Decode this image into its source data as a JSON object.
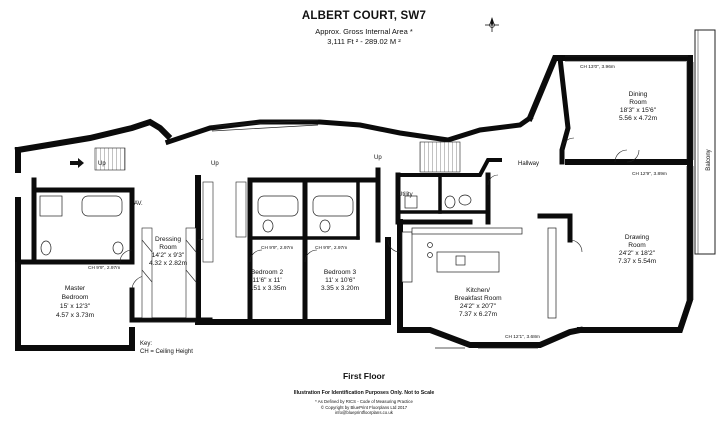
{
  "header": {
    "title": "ALBERT COURT, SW7",
    "area_label": "Approx. Gross Internal Area *",
    "area_value": "3,111 Ft ² - 289.02 M ²"
  },
  "footer": {
    "floor": "First Floor",
    "disclaimer": "Illustration For Identification Purposes Only. Not to Scale",
    "line1": "* As Defined by RICS - Code of Measuring Practice",
    "line2": "© Copyright by BluePrint Floorplans Ltd 2017",
    "line3": "info@blueprintfloorplans.co.uk"
  },
  "key": {
    "title": "Key:",
    "text": "CH = Ceiling Height"
  },
  "rooms": {
    "master": {
      "name1": "Master",
      "name2": "Bedroom",
      "imp": "15' x 12'3\"",
      "met": "4.57 x 3.73m",
      "ch": "CH 9'9\", 2.97m"
    },
    "dressing": {
      "name1": "Dressing",
      "name2": "Room",
      "imp": "14'2\" x 9'3\"",
      "met": "4.32 x 2.82m"
    },
    "bed2": {
      "name": "Bedroom 2",
      "imp": "11'6\" x 11'",
      "met": "3.51 x 3.35m",
      "ch": "CH 9'9\", 2.97m"
    },
    "bed3": {
      "name": "Bedroom 3",
      "imp": "11' x 10'6\"",
      "met": "3.35 x 3.20m",
      "ch": "CH 9'9\", 2.97m"
    },
    "kitchen": {
      "name1": "Kitchen/",
      "name2": "Breakfast Room",
      "imp": "24'2\" x 20'7\"",
      "met": "7.37 x 6.27m",
      "ch": "CH 12'1\", 3.68m"
    },
    "dining": {
      "name1": "Dining",
      "name2": "Room",
      "imp": "18'3\" x 15'6\"",
      "met": "5.56 x 4.72m",
      "ch": "CH 13'0\", 3.96m"
    },
    "drawing": {
      "name1": "Drawing",
      "name2": "Room",
      "imp": "24'2\" x 18'2\"",
      "met": "7.37 x 5.54m",
      "ch": "CH 12'9\", 3.89m"
    }
  },
  "labels": {
    "up1": "Up",
    "up2": "Up",
    "up3": "Up",
    "av": "AV.",
    "utility": "Utility",
    "hallway": "Hallway",
    "balcony": "Balcony"
  },
  "colors": {
    "wall": "#0b0b0b",
    "line": "#222222",
    "background": "#ffffff"
  }
}
